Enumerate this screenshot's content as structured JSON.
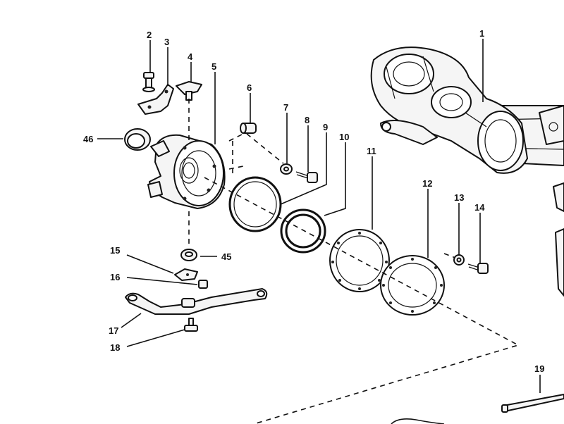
{
  "diagram": {
    "callouts": [
      {
        "id": "c1",
        "text": "1"
      },
      {
        "id": "c2",
        "text": "2"
      },
      {
        "id": "c3",
        "text": "3"
      },
      {
        "id": "c4",
        "text": "4"
      },
      {
        "id": "c5",
        "text": "5"
      },
      {
        "id": "c6",
        "text": "6"
      },
      {
        "id": "c7",
        "text": "7"
      },
      {
        "id": "c8",
        "text": "8"
      },
      {
        "id": "c9",
        "text": "9"
      },
      {
        "id": "c10",
        "text": "10"
      },
      {
        "id": "c11",
        "text": "11"
      },
      {
        "id": "c12",
        "text": "12"
      },
      {
        "id": "c13",
        "text": "13"
      },
      {
        "id": "c14",
        "text": "14"
      },
      {
        "id": "c15",
        "text": "15"
      },
      {
        "id": "c16",
        "text": "16"
      },
      {
        "id": "c17",
        "text": "17"
      },
      {
        "id": "c18",
        "text": "18"
      },
      {
        "id": "c19",
        "text": "19"
      },
      {
        "id": "c45",
        "text": "45"
      },
      {
        "id": "c46",
        "text": "46"
      }
    ]
  }
}
